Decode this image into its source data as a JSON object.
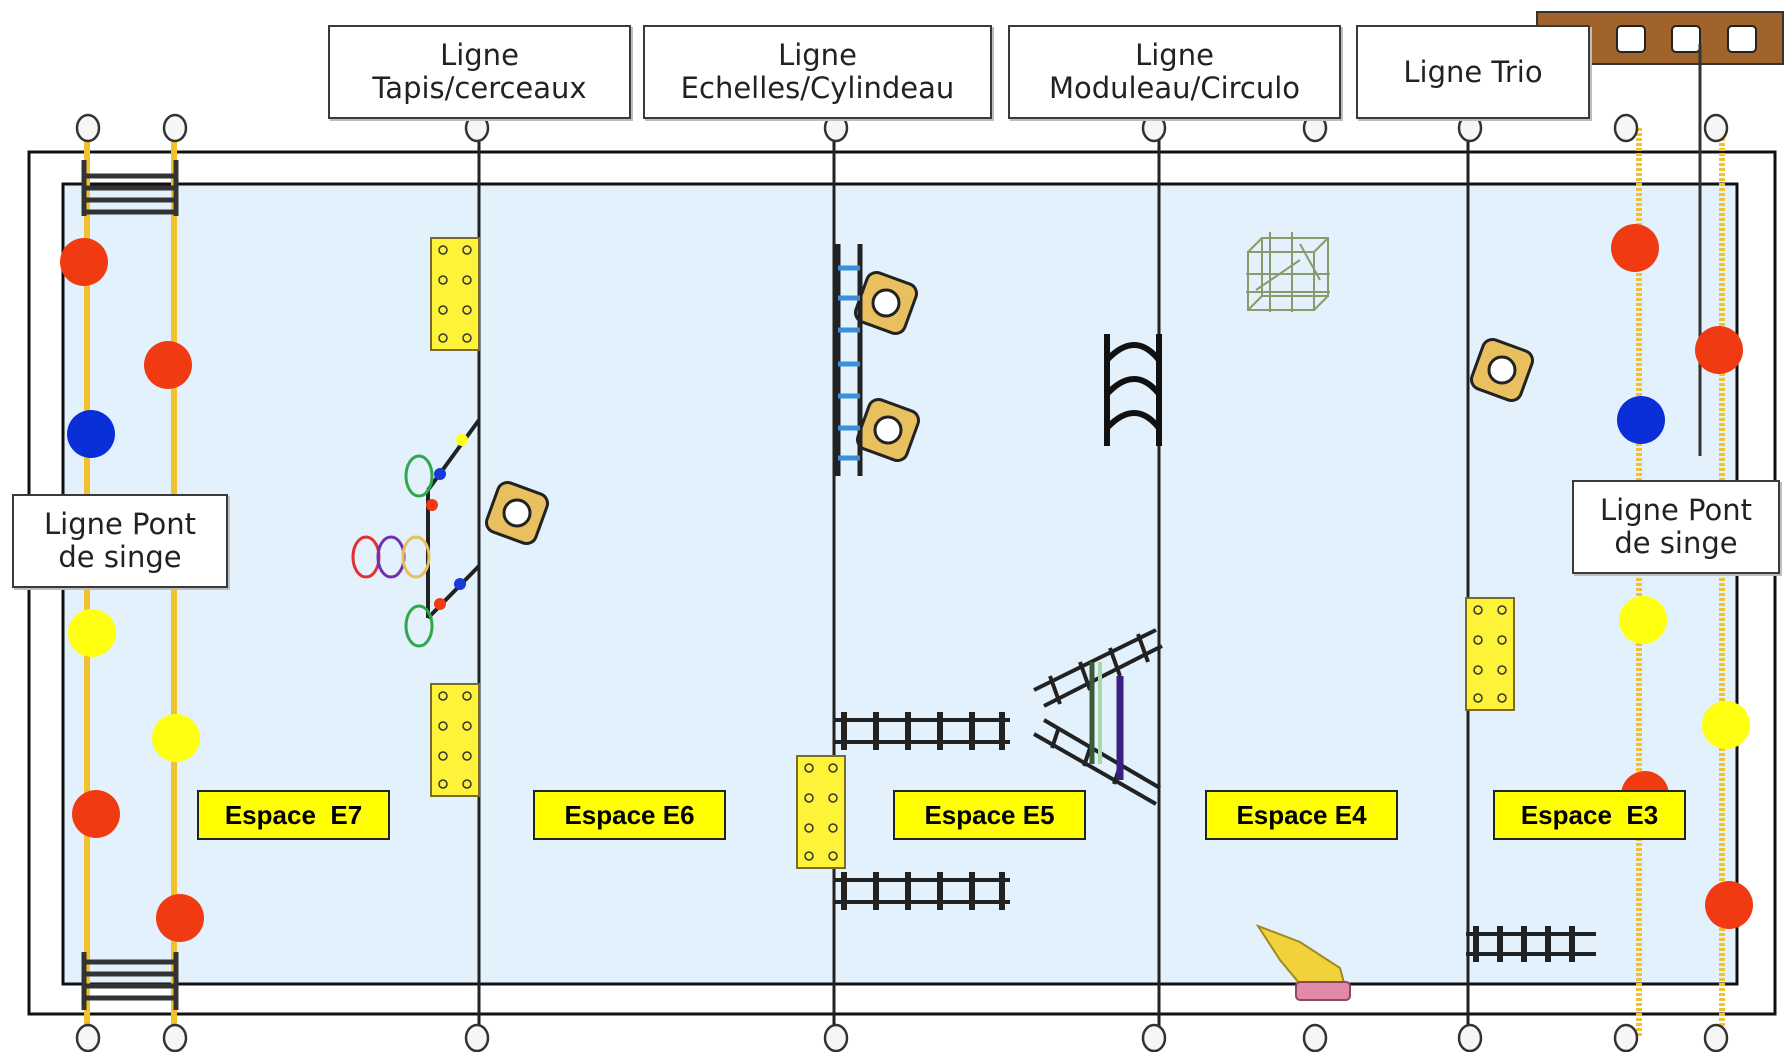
{
  "labels": {
    "line_tapis": "Ligne\nTapis/cerceaux",
    "line_echelles": "Ligne\nEchelles/Cylindeau",
    "line_moduleau": "Ligne\nModuleau/Circulo",
    "line_trio": "Ligne Trio",
    "pont_left": "Ligne Pont\nde singe",
    "pont_right": "Ligne Pont\nde singe"
  },
  "espaces": {
    "e7": "Espace  E7",
    "e6": "Espace E6",
    "e5": "Espace E5",
    "e4": "Espace E4",
    "e3": "Espace  E3"
  },
  "colors": {
    "floor": "#e2f1fb",
    "rope": "#f2c12e",
    "ball_red": "#f03a12",
    "ball_blue": "#0a2fd8",
    "ball_yellow": "#ffff10",
    "espace_bg": "#ffff00",
    "wall": "#a0642a",
    "block": "#e8c060"
  },
  "icons": [
    "ladder-icon",
    "ball-icon",
    "mat-icon",
    "hoop-icon",
    "cube-icon",
    "arch-icon",
    "cage-icon",
    "brush-icon",
    "wall-bars-icon"
  ]
}
